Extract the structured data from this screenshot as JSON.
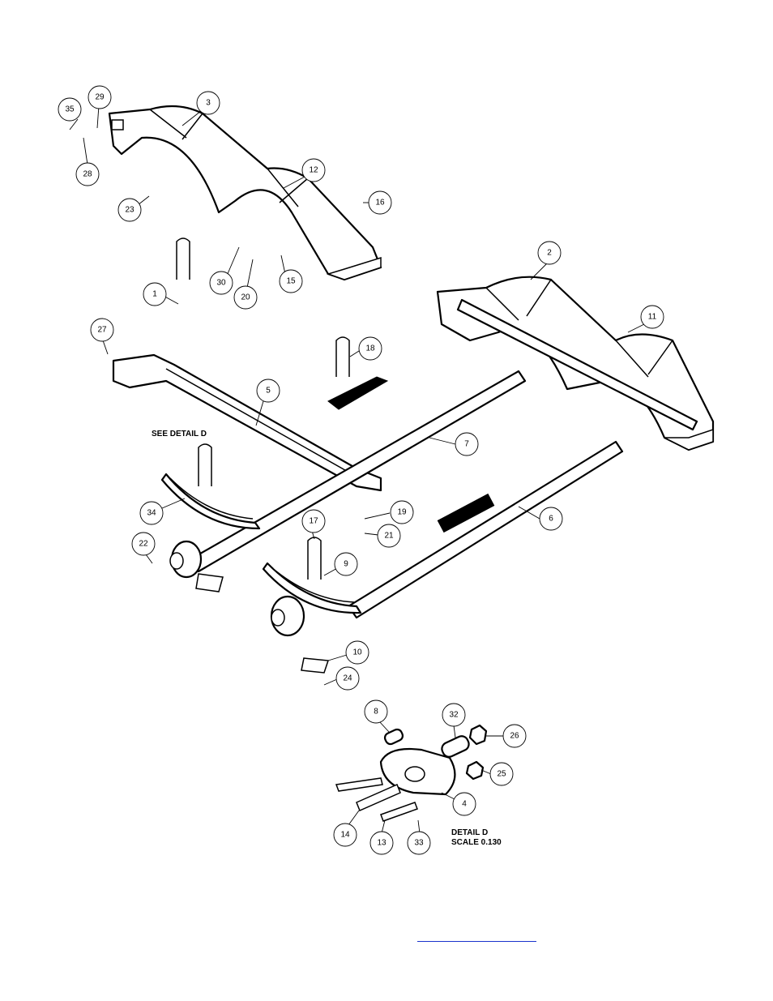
{
  "callouts": [
    {
      "label": "35"
    },
    {
      "label": "29"
    },
    {
      "label": "3"
    },
    {
      "label": "28"
    },
    {
      "label": "12"
    },
    {
      "label": "23"
    },
    {
      "label": "16"
    },
    {
      "label": "30"
    },
    {
      "label": "20"
    },
    {
      "label": "15"
    },
    {
      "label": "1"
    },
    {
      "label": "2"
    },
    {
      "label": "11"
    },
    {
      "label": "27"
    },
    {
      "label": "18"
    },
    {
      "label": "5"
    },
    {
      "label": "7"
    },
    {
      "label": "34"
    },
    {
      "label": "19"
    },
    {
      "label": "17"
    },
    {
      "label": "21"
    },
    {
      "label": "6"
    },
    {
      "label": "22"
    },
    {
      "label": "9"
    },
    {
      "label": "10"
    },
    {
      "label": "24"
    },
    {
      "label": "8"
    },
    {
      "label": "32"
    },
    {
      "label": "26"
    },
    {
      "label": "25"
    },
    {
      "label": "4"
    },
    {
      "label": "14"
    },
    {
      "label": "13"
    },
    {
      "label": "33"
    }
  ],
  "notes": {
    "see_detail": "SEE DETAIL  D",
    "detail_title": "DETAIL  D",
    "detail_scale": "SCALE  0.130"
  },
  "colors": {
    "line": "#000000",
    "background": "#ffffff",
    "link": "#1a33cc"
  }
}
